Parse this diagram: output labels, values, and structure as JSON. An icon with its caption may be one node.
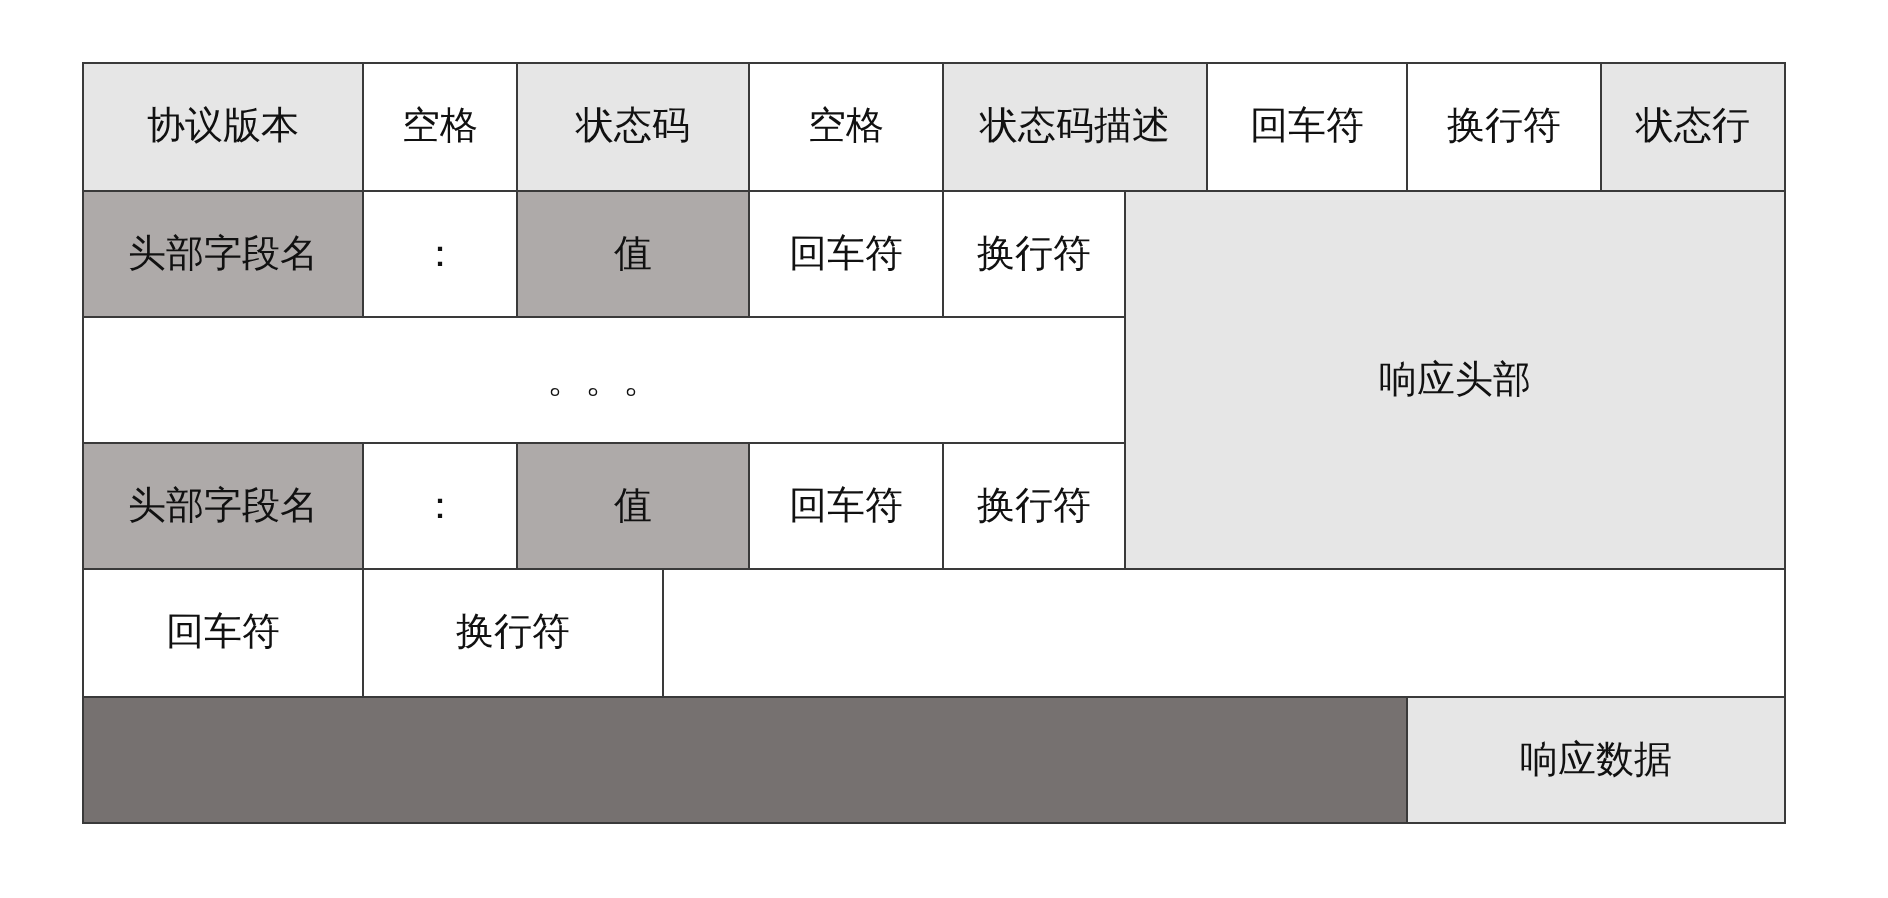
{
  "diagram": {
    "nodes": [
      {
        "text": [
          "协议版本"
        ]
      },
      {
        "text": [
          "空格"
        ]
      },
      {
        "text": [
          "状态码"
        ]
      },
      {
        "text": [
          "空格"
        ]
      },
      {
        "text": [
          "状态码描述"
        ]
      },
      {
        "text": [
          "回车符"
        ]
      },
      {
        "text": [
          "换行符"
        ]
      },
      {
        "text": [
          "状态行"
        ]
      },
      {
        "text": [
          "头部字段名"
        ]
      },
      {
        "text": [
          "："
        ]
      },
      {
        "text": [
          "值"
        ]
      },
      {
        "text": [
          "回车符"
        ]
      },
      {
        "text": [
          "换行符"
        ]
      },
      {
        "text": [
          "响应头部"
        ]
      },
      {
        "text": [
          "。。。"
        ]
      },
      {
        "text": [
          "头部字段名"
        ]
      },
      {
        "text": [
          "："
        ]
      },
      {
        "text": [
          "值"
        ]
      },
      {
        "text": [
          "回车符"
        ]
      },
      {
        "text": [
          "换行符"
        ]
      },
      {
        "text": [
          "回车符"
        ]
      },
      {
        "text": [
          "换行符"
        ]
      },
      {
        "text": [],
        "shape": "box"
      },
      {
        "text": [],
        "shape": "box"
      },
      {
        "text": [
          "响应数据"
        ]
      }
    ]
  }
}
